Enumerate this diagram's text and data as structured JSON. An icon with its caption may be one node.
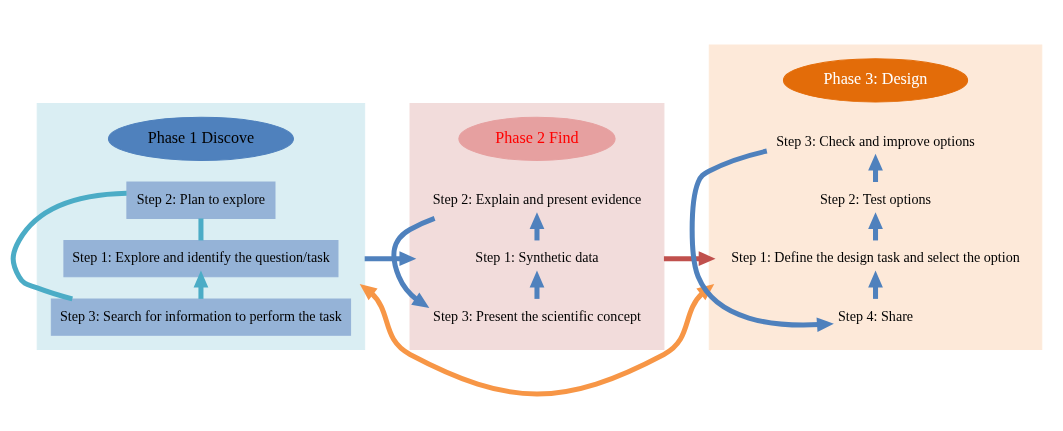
{
  "diagram": {
    "nodes": [
      {
        "text": [],
        "shape": "box"
      },
      {
        "text": [
          "Step 1: Explore and identify the question/task"
        ],
        "in": 0
      },
      {
        "text": [
          "Step 2: Plan to explore"
        ],
        "in": 0
      },
      {
        "text": [
          "Phase 1 Discove"
        ],
        "in": 0
      },
      {
        "text": [
          "Step 3: Search for information to perform the task"
        ],
        "in": 0
      },
      {
        "text": [],
        "shape": "box"
      },
      {
        "text": [
          "Step 1: Synthetic data"
        ],
        "in": 5
      },
      {
        "text": [
          "Step 2: Explain and present evidence"
        ],
        "in": 5
      },
      {
        "text": [
          "Phase 2 Find"
        ],
        "in": 5
      },
      {
        "text": [
          "Step 3: Present the scientific concept"
        ],
        "in": 5
      },
      {
        "text": [],
        "shape": "box"
      },
      {
        "text": [
          "Step 1: Define the design task and select the option"
        ],
        "in": 10
      },
      {
        "text": [
          "Step 2: Test options"
        ],
        "in": 10
      },
      {
        "text": [
          "Phase 3: Design"
        ],
        "in": 10
      },
      {
        "text": [
          "Step 3: Check and improve options"
        ],
        "in": 10
      },
      {
        "text": [
          "Step 4: Share"
        ],
        "in": 10
      }
    ],
    "edges": [
      {
        "from": 4,
        "to": 1,
        "arrow": "to",
        "color": "#4bacc6"
      },
      {
        "from": 1,
        "to": 2,
        "arrow": "none",
        "color": "#4bacc6"
      },
      {
        "from": 2,
        "to": 4,
        "arrow": "none",
        "color": "#4bacc6"
      },
      {
        "from": 0,
        "to": 5,
        "arrow": "to"
      },
      {
        "from": 6,
        "to": 7,
        "arrow": "to"
      },
      {
        "from": 7,
        "to": 9,
        "arrow": "to"
      },
      {
        "from": 9,
        "to": 6,
        "arrow": "to"
      },
      {
        "from": 5,
        "to": 10,
        "arrow": "to",
        "color": "#c0504d"
      },
      {
        "from": 11,
        "to": 12,
        "arrow": "to"
      },
      {
        "from": 12,
        "to": 14,
        "arrow": "to"
      },
      {
        "from": 14,
        "to": 15,
        "arrow": "to"
      },
      {
        "from": 15,
        "to": 11,
        "arrow": "to"
      },
      {
        "from": 10,
        "to": 0,
        "arrow": "both",
        "color": "#f79646"
      }
    ]
  }
}
